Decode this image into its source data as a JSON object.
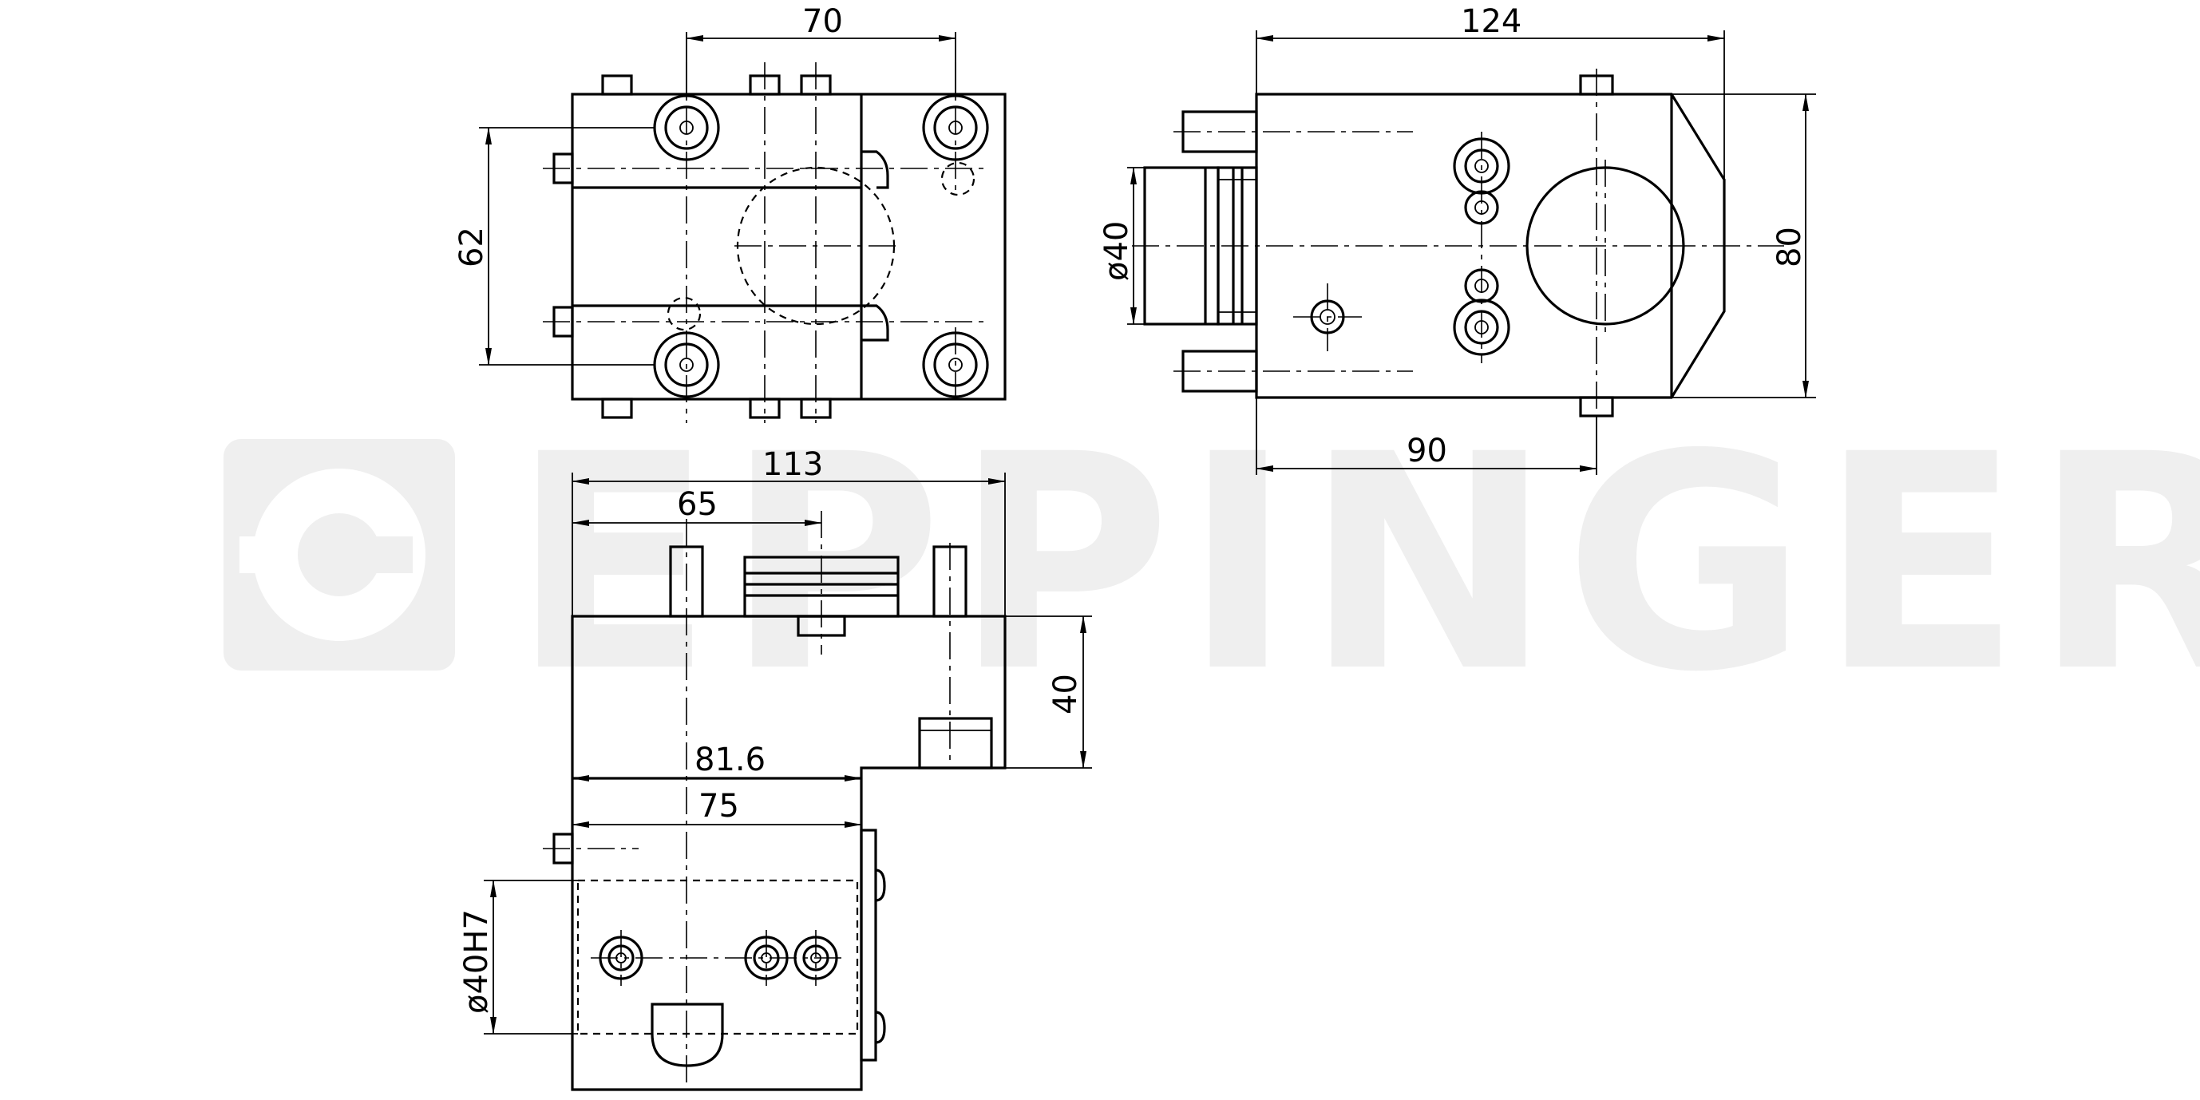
{
  "watermark": {
    "brand": "EPPINGER",
    "color": "#efefef"
  },
  "dimensions": {
    "top_view": {
      "width_bolts": "70",
      "height_bolts": "62"
    },
    "side_view": {
      "overall_length": "124",
      "height": "80",
      "shank_diameter": "ø40",
      "shank_offset": "90"
    },
    "front_view": {
      "overall_width": "113",
      "shank_position": "65",
      "step_height": "40",
      "body_width": "81.6",
      "bore_position": "75",
      "bore_diameter": "ø40H7"
    }
  }
}
